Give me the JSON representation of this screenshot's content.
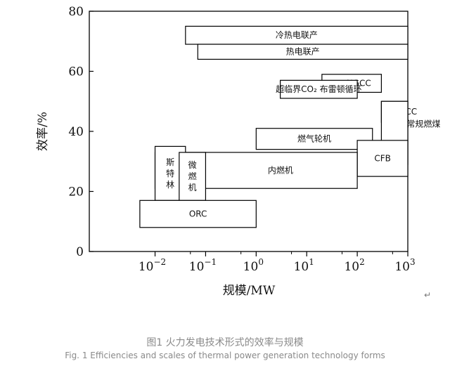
{
  "chart_data": {
    "type": "range_boxes",
    "ylabel": "效率/%",
    "xlabel": "规模/MW",
    "x_scale": "log",
    "xlim": [
      0.0005,
      1000
    ],
    "ylim": [
      0,
      80
    ],
    "y_ticks": [
      {
        "value": 0,
        "label": "0"
      },
      {
        "value": 20,
        "label": "20"
      },
      {
        "value": 40,
        "label": "40"
      },
      {
        "value": 60,
        "label": "60"
      },
      {
        "value": 80,
        "label": "80"
      }
    ],
    "x_ticks": [
      {
        "value": 0.01,
        "base": "10",
        "exp": "−2"
      },
      {
        "value": 0.1,
        "base": "10",
        "exp": "−1"
      },
      {
        "value": 1,
        "base": "10",
        "exp": "0"
      },
      {
        "value": 10,
        "base": "10",
        "exp": "1"
      },
      {
        "value": 100,
        "base": "10",
        "exp": "2"
      },
      {
        "value": 1000,
        "base": "10",
        "exp": "3"
      }
    ],
    "minor_x_ticks": [
      0.05,
      0.5,
      5,
      50,
      500
    ],
    "technologies": [
      {
        "id": "cchp",
        "label": "冷热电联产",
        "x": [
          0.04,
          1000
        ],
        "y": [
          69,
          75
        ],
        "label_pos": "center"
      },
      {
        "id": "chp",
        "label": "热电联产",
        "x": [
          0.07,
          1000
        ],
        "y": [
          64,
          69
        ],
        "label_pos": "center"
      },
      {
        "id": "ngcc",
        "label": "NGCC",
        "x": [
          20,
          300
        ],
        "y": [
          53,
          59
        ],
        "label_pos": "right-inset"
      },
      {
        "id": "sco2",
        "label": "超临界CO₂ 布雷顿循环",
        "x": [
          3,
          100
        ],
        "y": [
          51,
          57
        ],
        "label_pos": "center"
      },
      {
        "id": "igcc",
        "label": "IGCC",
        "x": [
          300,
          1000
        ],
        "y": [
          43,
          50
        ],
        "label_pos": "left-inset"
      },
      {
        "id": "coal",
        "label": "常规燃煤",
        "x": [
          300,
          1000
        ],
        "y": [
          29,
          50
        ],
        "label_pos": "upper"
      },
      {
        "id": "gas-turbine",
        "label": "燃气轮机",
        "x": [
          1,
          200
        ],
        "y": [
          34,
          41
        ],
        "label_pos": "center"
      },
      {
        "id": "cfb",
        "label": "CFB",
        "x": [
          100,
          1000
        ],
        "y": [
          25,
          37
        ],
        "label_pos": "left-inset"
      },
      {
        "id": "ice",
        "label": "内燃机",
        "x": [
          0.01,
          100
        ],
        "y": [
          21,
          33
        ],
        "label_pos": "right-inset"
      },
      {
        "id": "stirling",
        "label": "斯\n特\n林",
        "x": [
          0.01,
          0.04
        ],
        "y": [
          17,
          35
        ],
        "label_pos": "vertical"
      },
      {
        "id": "micro-turbine",
        "label": "微\n燃\n机",
        "x": [
          0.03,
          0.1
        ],
        "y": [
          17,
          33
        ],
        "label_pos": "vertical"
      },
      {
        "id": "orc",
        "label": "ORC",
        "x": [
          0.005,
          1
        ],
        "y": [
          8,
          17
        ],
        "label_pos": "center"
      }
    ]
  },
  "caption": {
    "cn": "图1 火力发电技术形式的效率与规模",
    "en": "Fig. 1 Efficiencies and scales of thermal power generation technology forms"
  },
  "return_mark": "↵"
}
